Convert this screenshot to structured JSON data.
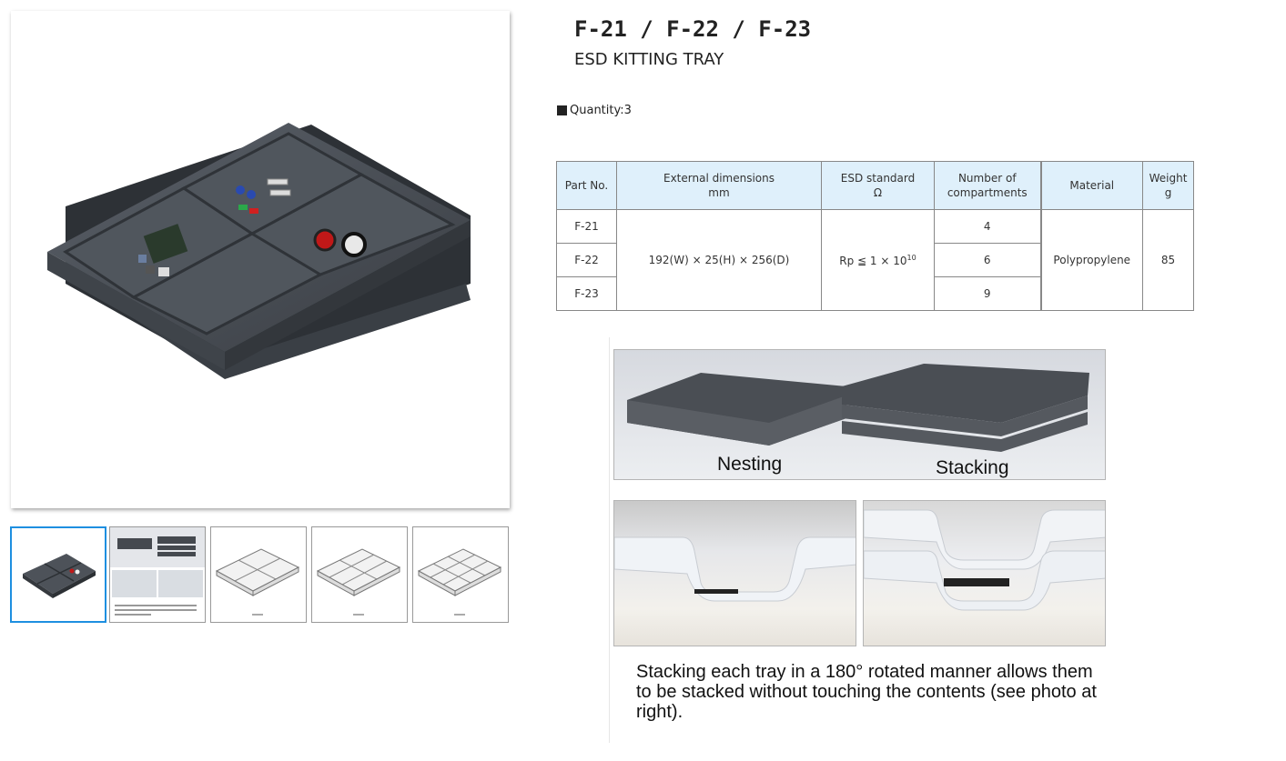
{
  "product": {
    "title": "F-21 / F-22 / F-23",
    "subtitle": "ESD KITTING TRAY",
    "quantity_label": "Quantity:3"
  },
  "gallery": {
    "main_image_alt": "Dark gray 4-compartment ESD kitting tray with electronic components",
    "thumbnails": [
      {
        "label": "Tray photo",
        "active": true
      },
      {
        "label": "Nesting / Stacking",
        "active": false
      },
      {
        "label": "F-21",
        "active": false
      },
      {
        "label": "F-22",
        "active": false
      },
      {
        "label": "F-23",
        "active": false
      }
    ]
  },
  "spec_table": {
    "headers": {
      "part_no": "Part No.",
      "dimensions_line1": "External dimensions",
      "dimensions_line2": "mm",
      "esd_line1": "ESD standard",
      "esd_line2": "Ω",
      "compartments_line1": "Number of",
      "compartments_line2": "compartments",
      "material": "Material",
      "weight_line1": "Weight",
      "weight_line2": "g"
    },
    "rows": [
      {
        "part_no": "F-21",
        "compartments": "4"
      },
      {
        "part_no": "F-22",
        "compartments": "6"
      },
      {
        "part_no": "F-23",
        "compartments": "9"
      }
    ],
    "shared": {
      "dimensions": "192(W) × 25(H) × 256(D)",
      "esd_base": "Rp ≦ 1 × 10",
      "esd_exp": "10",
      "material": "Polypropylene",
      "weight": "85"
    }
  },
  "feature_images": {
    "nesting_label": "Nesting",
    "stacking_label": "Stacking",
    "caption": "Stacking each tray in a 180° rotated manner allows them to be stacked without touching the contents (see photo at right)."
  },
  "colors": {
    "thumb_active_border": "#1e8fe0",
    "table_header_bg": "#dff0fb",
    "table_border": "#888888",
    "tray_gray": "#4a4f55"
  }
}
